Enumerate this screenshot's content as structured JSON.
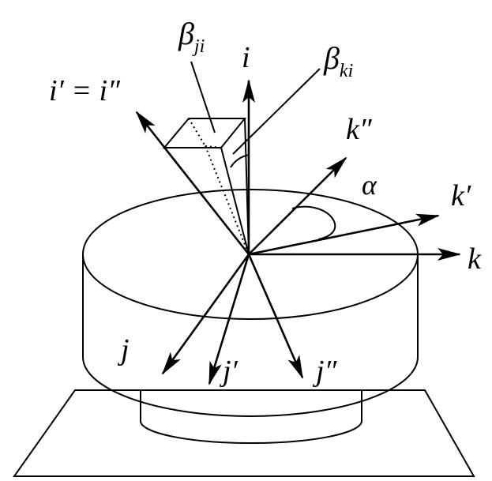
{
  "diagram": {
    "labels": {
      "i": "i",
      "i_prime_eq": "i′ = i″",
      "beta_ji_base": "β",
      "beta_ji_sub": "ji",
      "beta_ki_base": "β",
      "beta_ki_sub": "ki",
      "k_double_prime": "k″",
      "alpha": "α",
      "k_prime": "k′",
      "k": "k",
      "j": "j",
      "j_prime": "j′",
      "j_double_prime": "j″"
    },
    "colors": {
      "stroke": "#000000",
      "background": "#ffffff",
      "disk_fill": "#ffffff"
    }
  }
}
